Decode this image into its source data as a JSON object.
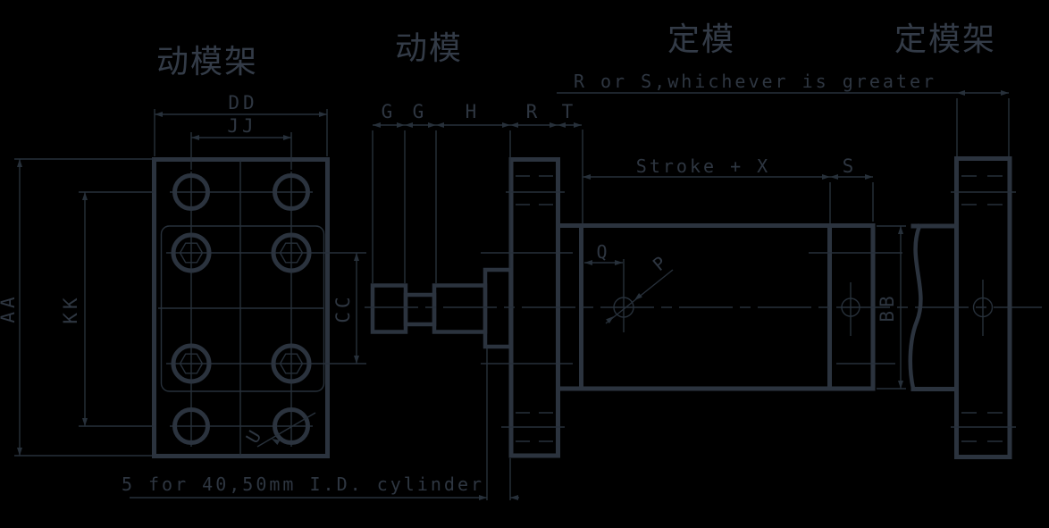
{
  "title_labels": {
    "moving_mold_frame": "动模架",
    "moving_mold": "动模",
    "fixed_mold": "定模",
    "fixed_mold_frame": "定模架"
  },
  "notes": {
    "top_note": "R or S,whichever is greater",
    "bottom_note": "5 for 40,50mm I.D. cylinder"
  },
  "dimensions": {
    "dd": "DD",
    "jj": "JJ",
    "aa": "AA",
    "kk": "KK",
    "cc": "CC",
    "u": "U",
    "g1": "G",
    "g2": "G",
    "h": "H",
    "r": "R",
    "t": "T",
    "stroke_x": "Stroke + X",
    "s": "S",
    "q": "Q",
    "p": "P",
    "bb": "BB"
  },
  "colors": {
    "background": "#000000",
    "line_thick": "#2b333e",
    "line_thin": "#27303a",
    "dim_text": "#2e3641",
    "cjk_text": "#333b47"
  }
}
